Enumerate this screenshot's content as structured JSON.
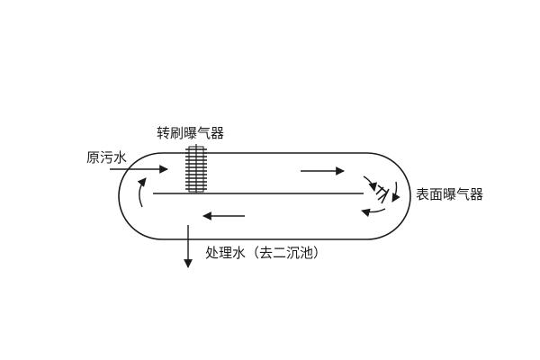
{
  "diagram": {
    "labels": {
      "brush_aerator": "转刷曝气器",
      "raw_sewage": "原污水",
      "surface_aerator": "表面曝气器",
      "treated_water": "处理水（去二沉池）"
    }
  }
}
